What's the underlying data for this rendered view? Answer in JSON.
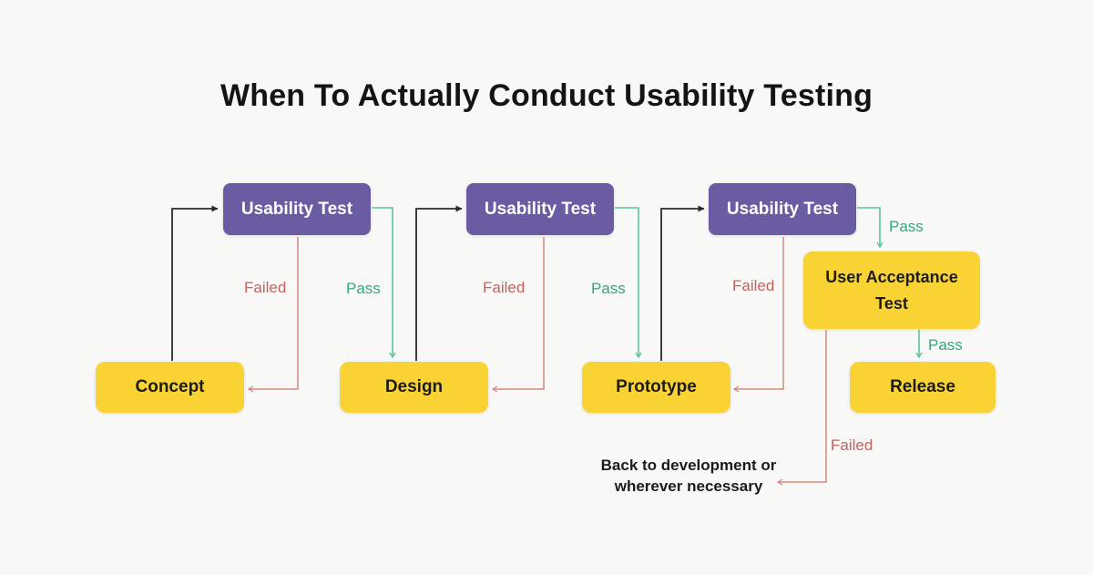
{
  "title": "When To Actually Conduct Usability Testing",
  "colors": {
    "background": "#f8f8f7",
    "purple": "#6a5ba3",
    "yellow": "#f8d333",
    "green_text": "#2fa97e",
    "green_line": "#5ec39c",
    "red_text": "#c2635f",
    "red_line": "#d4897f",
    "black_line": "#2b2b2b",
    "dark_text": "#1d1c1a"
  },
  "nodes": {
    "usability_test_1": "Usability Test",
    "usability_test_2": "Usability Test",
    "usability_test_3": "Usability Test",
    "concept": "Concept",
    "design": "Design",
    "prototype": "Prototype",
    "user_acceptance_test": "User Acceptance Test",
    "release": "Release"
  },
  "edge_labels": {
    "failed_1": "Failed",
    "pass_1": "Pass",
    "failed_2": "Failed",
    "pass_2": "Pass",
    "failed_3": "Failed",
    "pass_3": "Pass",
    "pass_4": "Pass",
    "failed_4": "Failed"
  },
  "note": {
    "line1": "Back to development or",
    "line2": "wherever necessary"
  }
}
